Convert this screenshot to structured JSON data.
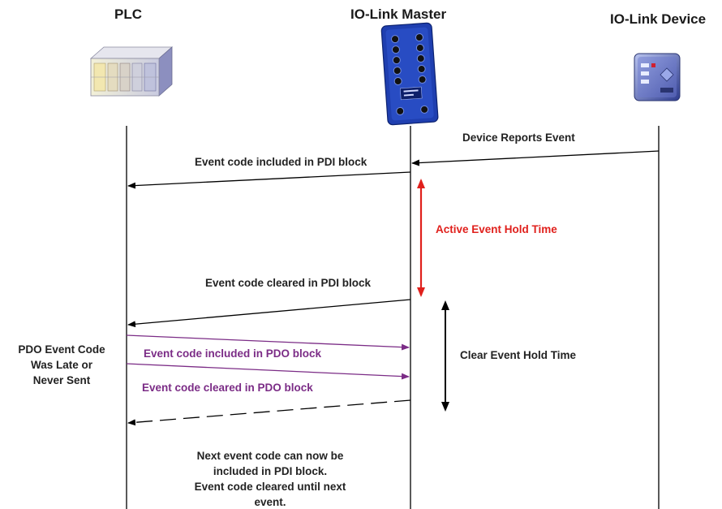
{
  "columns": {
    "plc": "PLC",
    "master": "IO-Link Master",
    "device": "IO-Link Device"
  },
  "messages": {
    "device_reports": "Device Reports Event",
    "pdi_included": "Event code included in PDI block",
    "pdi_cleared": "Event code cleared in PDI block",
    "pdo_included": "Event code included in PDO block",
    "pdo_cleared": "Event code cleared in PDO block"
  },
  "timings": {
    "active_hold": "Active Event Hold Time",
    "clear_hold": "Clear Event Hold Time"
  },
  "notes": {
    "pdo_late": [
      "PDO Event Code",
      "Was Late or",
      "Never Sent"
    ],
    "next_event": [
      "Next event code can now be",
      "included in PDI block.",
      "Event code cleared until next",
      "event."
    ]
  },
  "colors": {
    "lifeline": "#000000",
    "pdo_arrow": "#7b2c86",
    "pdo_text": "#7b2c86",
    "active_hold": "#e0201c",
    "master_body": "#1f3fb0",
    "plc_body": "#d9dbe8",
    "device_body": "#5566b0"
  },
  "icons": [
    "plc-cabinet-icon",
    "io-link-master-module-icon",
    "io-link-device-sensor-icon"
  ]
}
